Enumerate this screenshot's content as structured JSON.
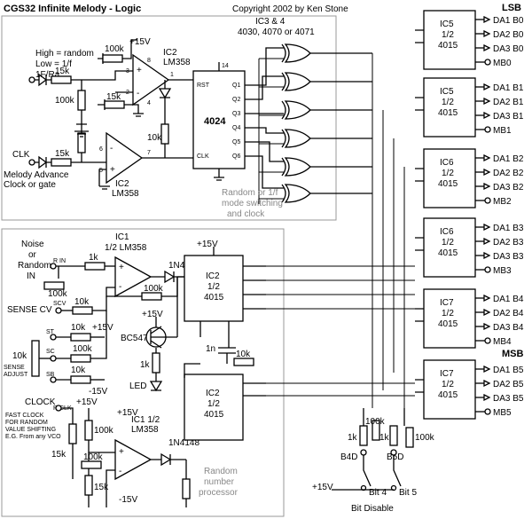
{
  "title": "CGS32  Infinite Melody - Logic",
  "copyright": "Copyright 2002 by Ken Stone",
  "top_left": {
    "high_random": "High = random",
    "low_1f": "Low = 1/f",
    "input": "1F/Ra",
    "clk": "CLK",
    "clk_desc1": "Melody Advance",
    "clk_desc2": "Clock or gate"
  },
  "ic2_label": "IC2",
  "lm358": "LM358",
  "ic4024": "4024",
  "ic4024_pins": [
    "RST",
    "CLK",
    "Q1",
    "Q2",
    "Q3",
    "Q4",
    "Q5",
    "Q6"
  ],
  "xor_label1": "IC3 & 4",
  "xor_label2": "4030, 4070 or 4071",
  "mode_note": [
    "Random or 1/f",
    "mode switching",
    "and clock"
  ],
  "rng_note": [
    "Random",
    "number",
    "processor"
  ],
  "lsb": "LSB",
  "msb": "MSB",
  "supply_pos": "+15V",
  "supply_neg": "-15V",
  "outputs": [
    {
      "ic": "IC5",
      "labels": [
        "DA1 B0",
        "DA2 B0",
        "DA3 B0",
        "MB0"
      ]
    },
    {
      "ic": "IC5",
      "labels": [
        "DA1 B1",
        "DA2 B1",
        "DA3 B1",
        "MB1"
      ]
    },
    {
      "ic": "IC6",
      "labels": [
        "DA1 B2",
        "DA2 B2",
        "DA3 B2",
        "MB2"
      ]
    },
    {
      "ic": "IC6",
      "labels": [
        "DA1 B3",
        "DA2 B3",
        "DA3 B3",
        "MB3"
      ]
    },
    {
      "ic": "IC7",
      "labels": [
        "DA1 B4",
        "DA2 B4",
        "DA3 B4",
        "MB4"
      ]
    },
    {
      "ic": "IC7",
      "labels": [
        "DA1 B5",
        "DA2 B5",
        "DA3 B5",
        "MB5"
      ]
    }
  ],
  "half": "1/2",
  "ic4015": "4015",
  "bottom_left": {
    "noise1": "Noise",
    "noise2": "or",
    "noise3": "Random",
    "noise4": "IN",
    "r_in": "R IN",
    "sense_cv": "SENSE CV",
    "scv": "SCV",
    "sense_adjust1": "SENSE",
    "sense_adjust2": "ADJUST",
    "clock": "CLOCK",
    "rclk": "R CLK",
    "fast1": "FAST CLOCK",
    "fast2": "FOR RANDOM",
    "fast3": "VALUE SHIFTING",
    "fast4": "E.G. From any VCO",
    "ic1": "IC1",
    "ic1_sub": "1/2 LM358",
    "ic1b": "IC1 1/2",
    "transistor": "BC547",
    "led": "LED",
    "diode": "1N4148",
    "cap": "1n",
    "st": "ST",
    "sc": "SC",
    "sb": "SB"
  },
  "resistors": {
    "r100k": "100k",
    "r15k": "15k",
    "r10k": "10k",
    "r1k": "1k"
  },
  "bit_disable": {
    "b4d": "B4D",
    "b5d": "B5D",
    "bit4": "Bit 4",
    "bit5": "Bit 5",
    "label": "Bit Disable"
  }
}
